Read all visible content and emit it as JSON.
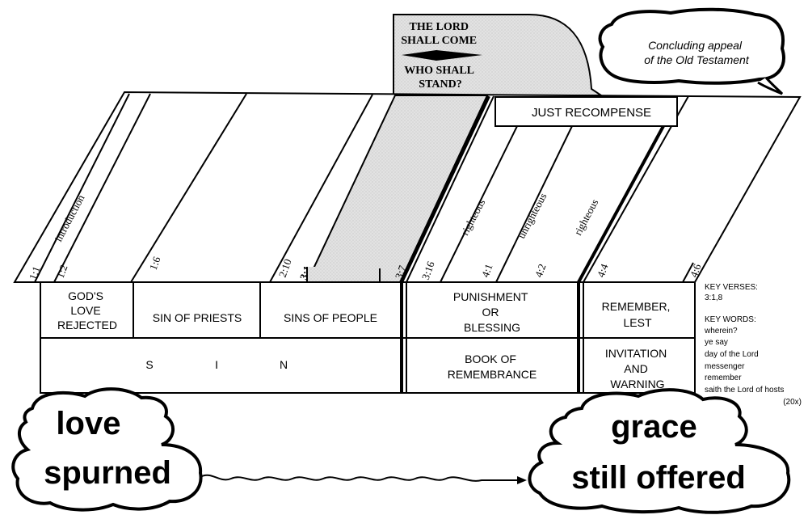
{
  "callout": {
    "lines": [
      "THE LORD",
      "SHALL COME",
      "WHO SHALL",
      "STAND?"
    ]
  },
  "appeal_bubble": {
    "lines": [
      "Concluding appeal",
      "of the Old Testament"
    ]
  },
  "verses": {
    "v1_1": "1:1",
    "v1_2": "1:2",
    "v1_6": "1:6",
    "v2_10": "2:10",
    "v3_1": "3:1",
    "v3_7": "3:7",
    "v3_16": "3:16",
    "v4_1": "4:1",
    "v4_2": "4:2",
    "v4_4": "4:4",
    "v4_6": "4:6"
  },
  "slant_labels": {
    "introduction": "introduction",
    "righteous_1": "righteous",
    "unrighteous": "unrighteous",
    "righteous_2": "righteous"
  },
  "just_recompense": "JUST RECOMPENSE",
  "sections": {
    "gods_love": [
      "GOD'S",
      "LOVE",
      "REJECTED"
    ],
    "sin_of_priests": "SIN OF PRIESTS",
    "sins_of_people": "SINS OF PEOPLE",
    "punishment": [
      "PUNISHMENT",
      "OR",
      "BLESSING"
    ],
    "remember": [
      "REMEMBER,",
      "LEST"
    ]
  },
  "bottom_row": {
    "sin_letters": [
      "S",
      "I",
      "N"
    ],
    "book": [
      "BOOK OF",
      "REMEMBRANCE"
    ],
    "invitation": [
      "INVITATION",
      "AND",
      "WARNING"
    ]
  },
  "key_verses": {
    "label": "KEY VERSES:",
    "value": "3:1,8"
  },
  "key_words": {
    "label": "KEY WORDS:",
    "items": [
      "wherein?",
      "ye say",
      "day of the Lord",
      "messenger",
      "remember",
      "saith the Lord of hosts"
    ],
    "count": "(20x)"
  },
  "clouds": {
    "left": [
      "love",
      "spurned"
    ],
    "right": [
      "grace",
      "still offered"
    ]
  }
}
